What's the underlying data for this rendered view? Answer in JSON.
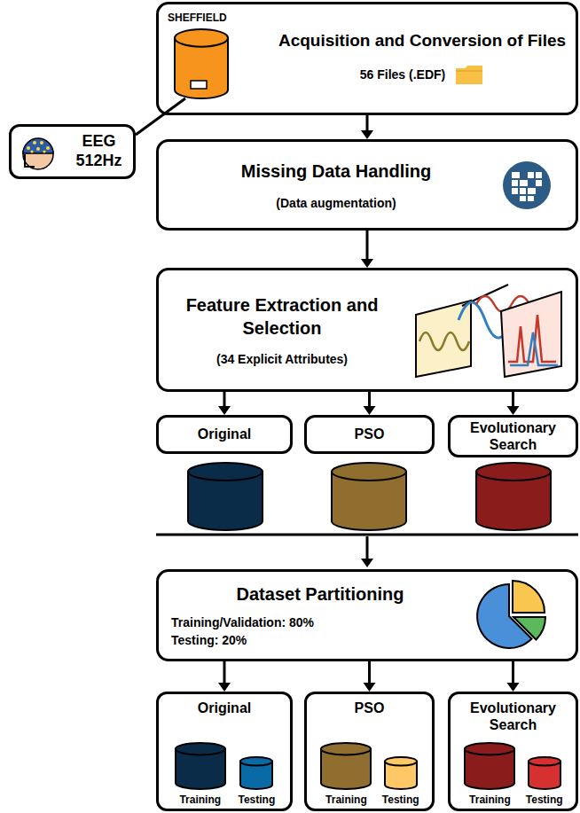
{
  "diagram": {
    "nodes": [
      {
        "text": [
          "Acquisition and Conversion of Files",
          "56 Files (.EDF)"
        ]
      },
      {
        "text": [
          "SHEFFIELD"
        ],
        "in": 0
      },
      {
        "text": [
          "EEG 512Hz"
        ]
      },
      {
        "text": [
          "Missing Data Handling",
          "(Data augmentation)"
        ]
      },
      {
        "text": [
          "Feature Extraction and Selection",
          "(34 Explicit Attributes)"
        ]
      },
      {
        "text": [
          "Original"
        ]
      },
      {
        "text": [
          "PSO"
        ]
      },
      {
        "text": [
          "Evolutionary Search"
        ]
      },
      {
        "text": [
          "Dataset Partitioning",
          "Training/Validation: 80%",
          "Testing: 20%"
        ]
      },
      {
        "text": [
          "Original",
          "Training",
          "Testing"
        ]
      },
      {
        "text": [
          "PSO",
          "Training",
          "Testing"
        ]
      },
      {
        "text": [
          "Evolutionary Search",
          "Training",
          "Testing"
        ]
      }
    ],
    "edges": [
      {
        "from": 0,
        "to": 3,
        "arrow": "to"
      },
      {
        "from": 2,
        "to": 1,
        "arrow": "none"
      },
      {
        "from": 3,
        "to": 4,
        "arrow": "to"
      },
      {
        "from": 4,
        "to": 5,
        "arrow": "to"
      },
      {
        "from": 4,
        "to": 6,
        "arrow": "to"
      },
      {
        "from": 4,
        "to": 7,
        "arrow": "to"
      },
      {
        "from": 8,
        "to": 9,
        "arrow": "to"
      },
      {
        "from": 8,
        "to": 10,
        "arrow": "to"
      },
      {
        "from": 8,
        "to": 11,
        "arrow": "to"
      }
    ]
  }
}
